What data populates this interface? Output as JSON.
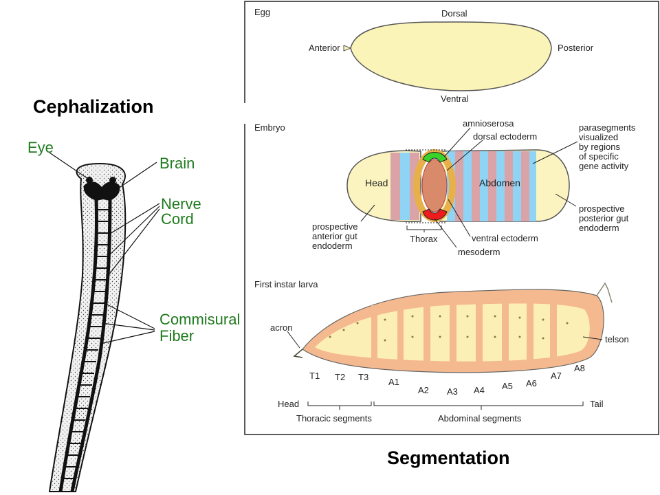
{
  "headings": {
    "cephalization": "Cephalization",
    "segmentation": "Segmentation"
  },
  "worm": {
    "eye": "Eye",
    "brain": "Brain",
    "nerve": "Nerve",
    "cord": "Cord",
    "commisural": "Commisural",
    "fiber": "Fiber"
  },
  "egg": {
    "title": "Egg",
    "dorsal": "Dorsal",
    "anterior": "Anterior",
    "posterior": "Posterior",
    "ventral": "Ventral"
  },
  "embryo": {
    "title": "Embryo",
    "amnioserosa": "amnioserosa",
    "dorsal_ectoderm": "dorsal ectoderm",
    "parasegments_1": "parasegments",
    "parasegments_2": "visualized",
    "parasegments_3": "by regions",
    "parasegments_4": "of specific",
    "parasegments_5": "gene activity",
    "head": "Head",
    "abdomen": "Abdomen",
    "prospective_posterior_1": "prospective",
    "prospective_posterior_2": "posterior gut",
    "prospective_posterior_3": "endoderm",
    "prospective_anterior_1": "prospective",
    "prospective_anterior_2": "anterior gut",
    "prospective_anterior_3": "endoderm",
    "thorax": "Thorax",
    "ventral_ectoderm": "ventral ectoderm",
    "mesoderm": "mesoderm"
  },
  "larva": {
    "title": "First instar larva",
    "acron": "acron",
    "telson": "telson",
    "t1": "T1",
    "t2": "T2",
    "t3": "T3",
    "a1": "A1",
    "a2": "A2",
    "a3": "A3",
    "a4": "A4",
    "a5": "A5",
    "a6": "A6",
    "a7": "A7",
    "a8": "A8",
    "head": "Head",
    "tail": "Tail",
    "thoracic_segments": "Thoracic segments",
    "abdominal_segments": "Abdominal segments"
  },
  "colors": {
    "egg_fill": "#fbf4b8",
    "embryo_head": "#fbf4c0",
    "stripe_blue": "#8fd3f5",
    "stripe_pink": "#d9a3a8",
    "larva_fill": "#fcefb5",
    "larva_band": "#f5b98f",
    "amnioserosa": "#39d32c",
    "mesoderm": "#ee1c1c",
    "ectoderm_ring": "#e8b04a"
  }
}
